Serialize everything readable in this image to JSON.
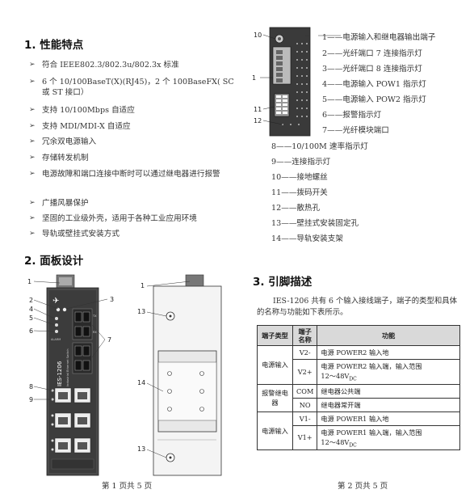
{
  "features": {
    "heading": "1. 性能特点",
    "items": [
      "符合 IEEE802.3/802.3u/802.3x 标准",
      "6 个 10/100BaseT(X)(RJ45)，2 个 100BaseFX( SC 或 ST 接口）",
      "支持 10/100Mbps 自适应",
      "支持 MDI/MDI-X 自适应",
      "冗余双电源输入",
      "存储转发机制",
      "电源故障和端口连接中断时可以通过继电器进行报警",
      "广播风暴保护",
      "坚固的工业级外壳，适用于各种工业应用环境",
      "导轨或壁挂式安装方式"
    ]
  },
  "panel": {
    "heading": "2. 面板设计",
    "front_brand": "IES-1206",
    "front_sub": "Industrial Ethernet Switch",
    "callouts_front": [
      "1",
      "2",
      "3",
      "4",
      "5",
      "6",
      "7",
      "8",
      "9"
    ],
    "callouts_back": [
      "1",
      "13",
      "14",
      "13"
    ],
    "callouts_top": [
      "10",
      "1",
      "11",
      "12"
    ]
  },
  "legend": [
    {
      "num": "1",
      "text": "电源输入和继电器输出端子"
    },
    {
      "num": "2",
      "text": "光纤端口 7 连接指示灯"
    },
    {
      "num": "3",
      "text": "光纤端口 8 连接指示灯"
    },
    {
      "num": "4",
      "text": "电源输入 POW1 指示灯"
    },
    {
      "num": "5",
      "text": "电源输入 POW2 指示灯"
    },
    {
      "num": "6",
      "text": "报警指示灯"
    },
    {
      "num": "7",
      "text": "光纤模块端口"
    },
    {
      "num": "8",
      "text": "10/100M 速率指示灯"
    },
    {
      "num": "9",
      "text": "连接指示灯"
    },
    {
      "num": "10",
      "text": "接地螺丝"
    },
    {
      "num": "11",
      "text": "拨码开关"
    },
    {
      "num": "12",
      "text": "散热孔"
    },
    {
      "num": "13",
      "text": "壁挂式安装固定孔"
    },
    {
      "num": "14",
      "text": "导轨安装支架"
    }
  ],
  "pins": {
    "heading": "3. 引脚描述",
    "intro": "IES-1206 共有 6 个输入接线端子，端子的类型和具体的名称与功能如下表所示。",
    "headers": [
      "端子类型",
      "端子名称",
      "功能"
    ],
    "groups": [
      {
        "type": "电源输入",
        "rows": [
          {
            "name": "V2-",
            "func": "电源 POWER2 输入地"
          },
          {
            "name": "V2+",
            "func": "电源 POWER2 输入端，输入范围",
            "range": "12～48V",
            "sub": "DC"
          }
        ]
      },
      {
        "type": "报警继电器",
        "rows": [
          {
            "name": "COM",
            "func": "继电器公共端"
          },
          {
            "name": "NO",
            "func": "继电器常开端"
          }
        ]
      },
      {
        "type": "电源输入",
        "rows": [
          {
            "name": "V1-",
            "func": "电源 POWER1 输入地"
          },
          {
            "name": "V1+",
            "func": "电源 POWER1 输入端，输入范围",
            "range": "12～48V",
            "sub": "DC"
          }
        ]
      }
    ]
  },
  "footer": {
    "left": "第 1 页共 5 页",
    "right": "第 2 页共 5 页"
  }
}
